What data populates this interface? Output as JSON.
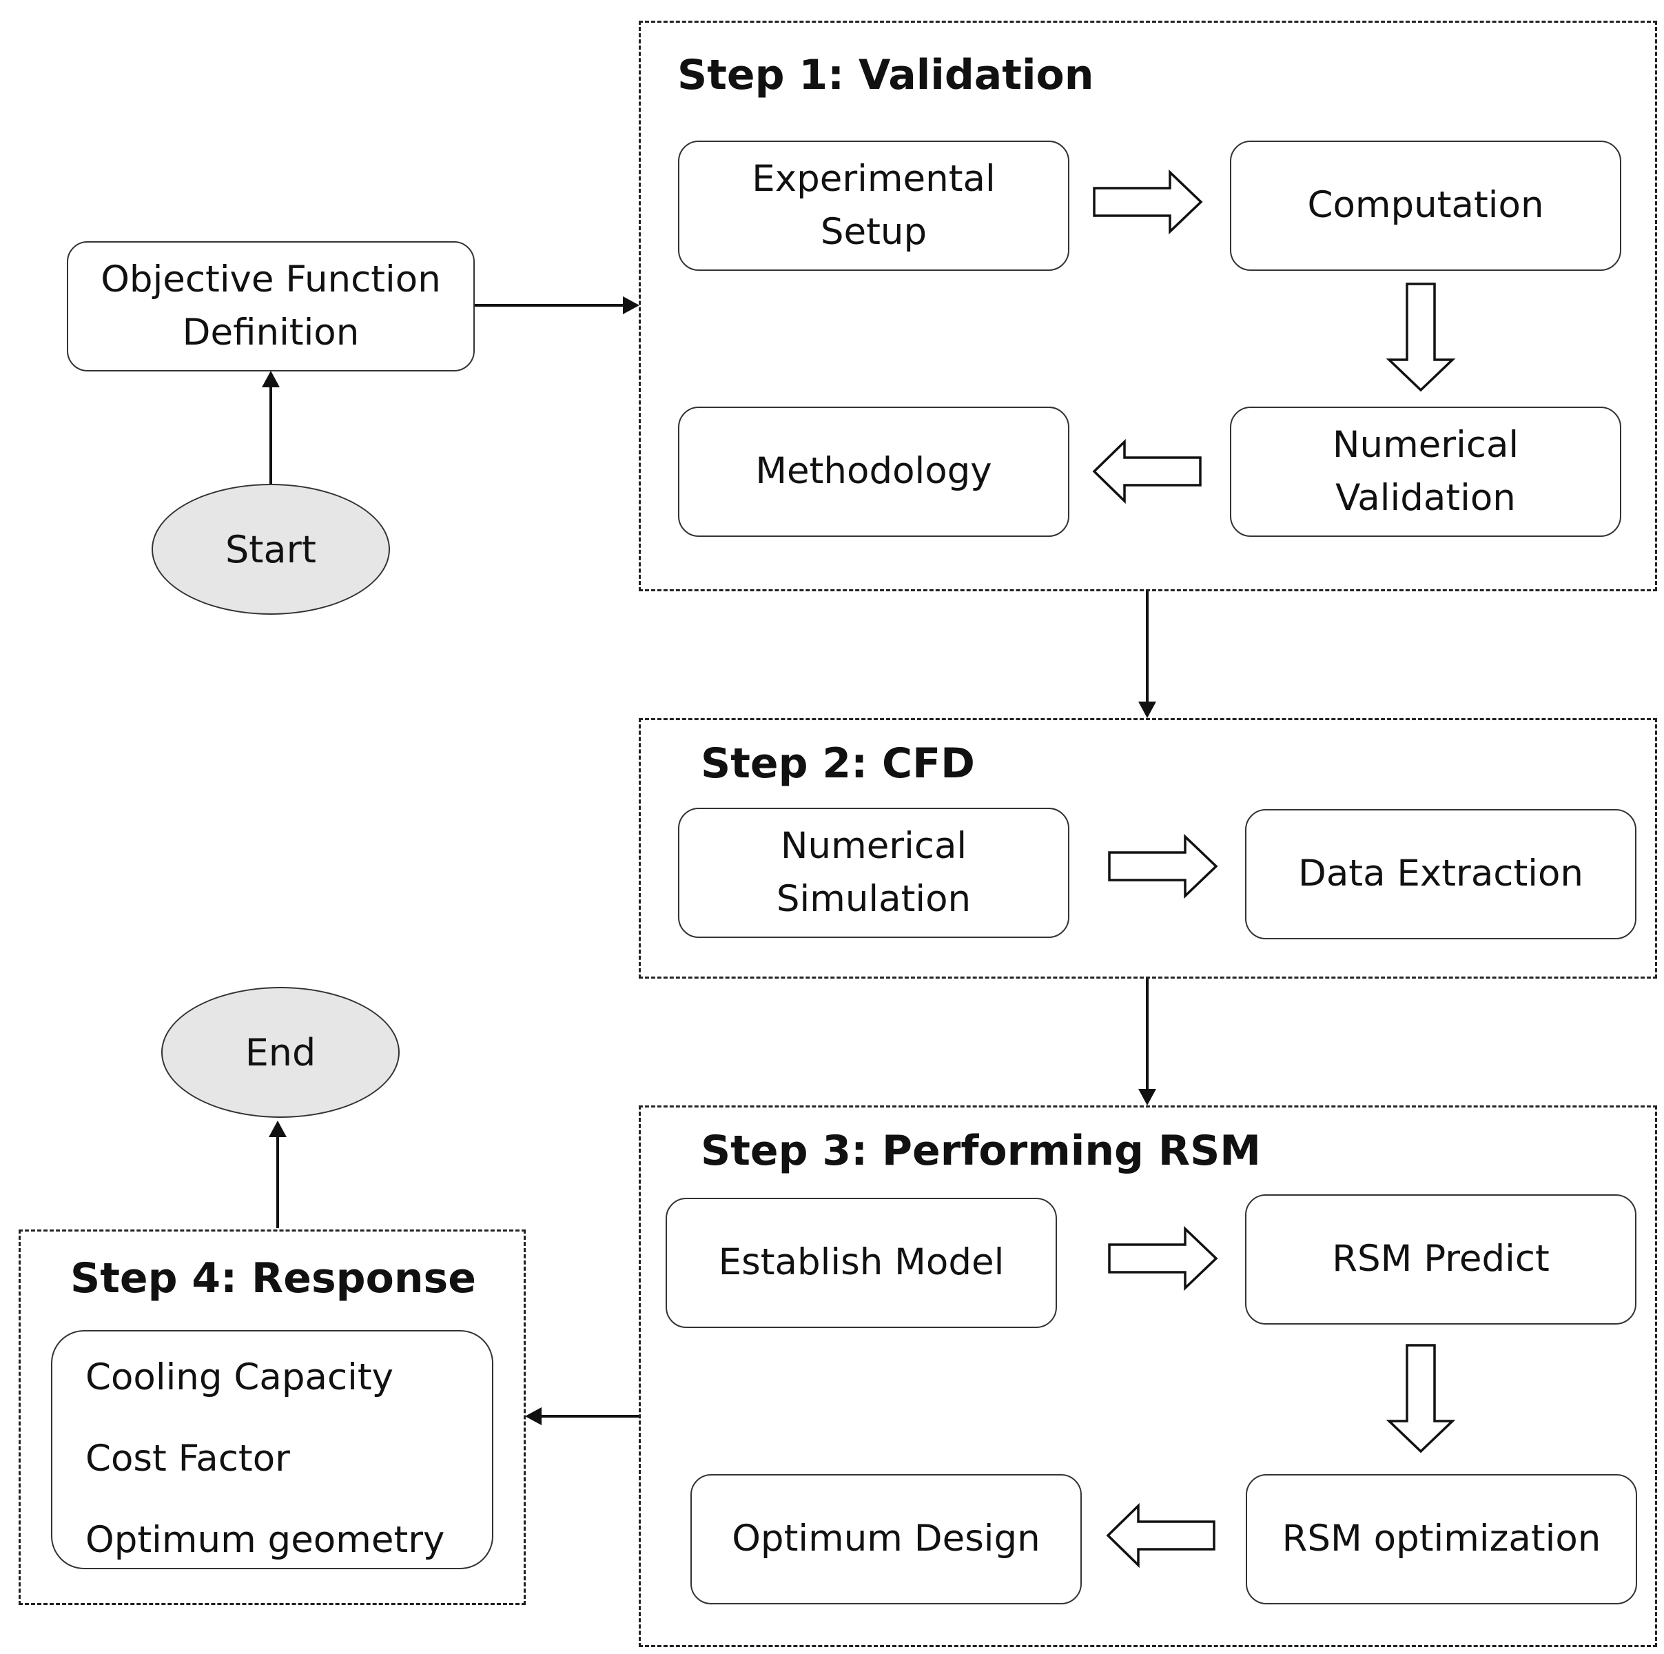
{
  "start": {
    "label": "Start"
  },
  "end": {
    "label": "End"
  },
  "objective": {
    "line1": "Objective Function",
    "line2": "Definition"
  },
  "step1": {
    "title": "Step 1: Validation",
    "experimental_setup": {
      "line1": "Experimental",
      "line2": "Setup"
    },
    "computation": "Computation",
    "numerical_validation": {
      "line1": "Numerical",
      "line2": "Validation"
    },
    "methodology": "Methodology"
  },
  "step2": {
    "title": "Step 2: CFD",
    "numerical_simulation": {
      "line1": "Numerical",
      "line2": "Simulation"
    },
    "data_extraction": "Data Extraction"
  },
  "step3": {
    "title": "Step 3: Performing RSM",
    "establish_model": "Establish Model",
    "rsm_predict": "RSM Predict",
    "rsm_optimization": "RSM optimization",
    "optimum_design": "Optimum Design"
  },
  "step4": {
    "title": "Step 4: Response",
    "items": [
      "Cooling Capacity",
      "Cost Factor",
      "Optimum geometry"
    ]
  }
}
